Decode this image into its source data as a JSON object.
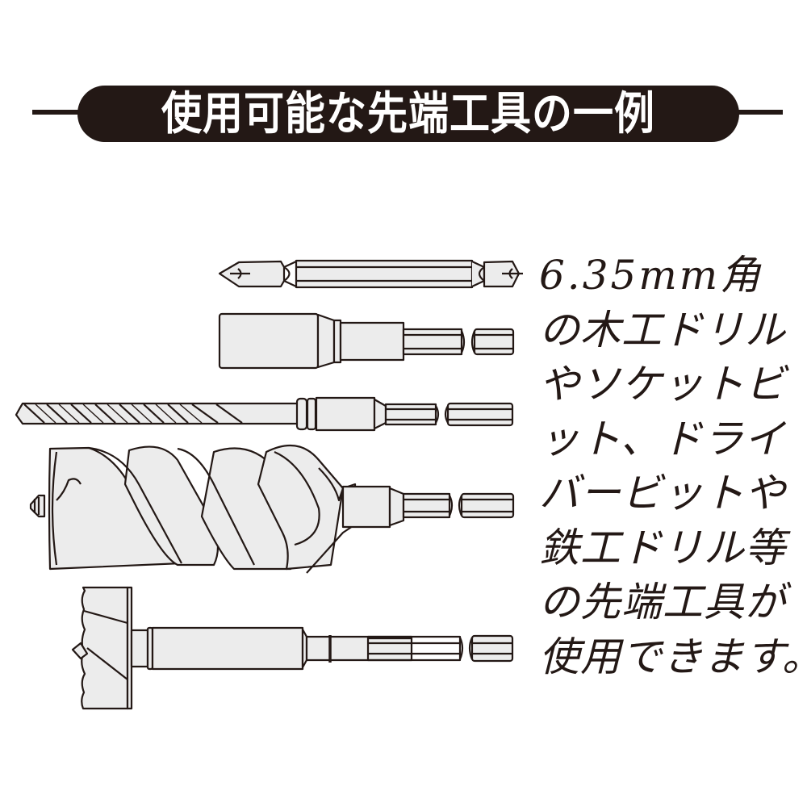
{
  "header": {
    "title": "使用可能な先端工具の一例"
  },
  "description": {
    "lines": [
      "6.35mm角",
      "の木工ドリル",
      "やソケットビ",
      "ット、ドライ",
      "バービットや",
      "鉄工ドリル等",
      "の先端工具が",
      "使用できます。"
    ]
  },
  "tools": [
    {
      "name": "double-ended-driver-bit"
    },
    {
      "name": "socket-bit"
    },
    {
      "name": "iron-drill-bit"
    },
    {
      "name": "wood-auger-drill-bit"
    },
    {
      "name": "forstner-bit"
    }
  ],
  "colors": {
    "ink": "#231815",
    "fill": "#ececec",
    "background": "#ffffff"
  }
}
